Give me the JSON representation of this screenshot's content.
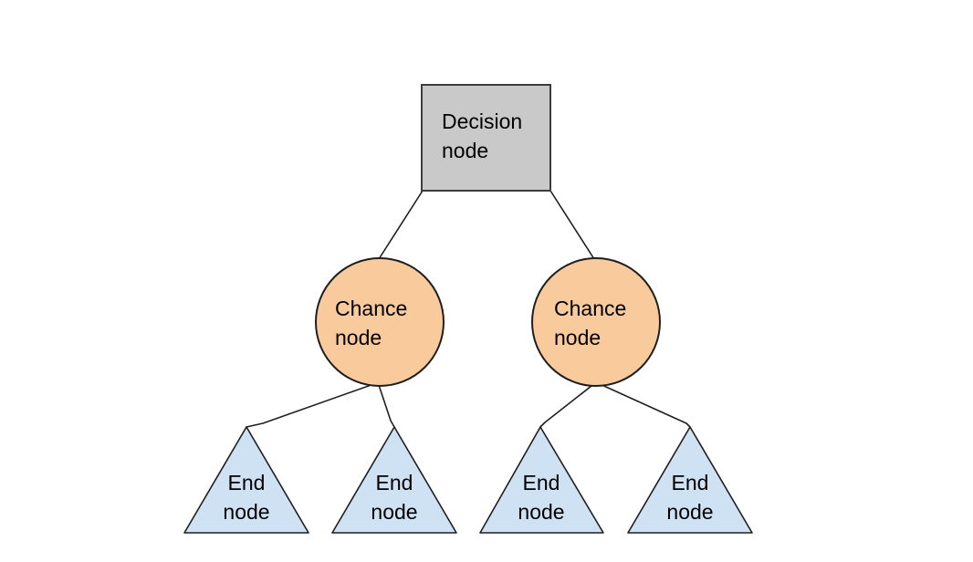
{
  "colors": {
    "background": "#ffffff",
    "decision_fill": "#c9c9c9",
    "decision_border": "#3d3d3d",
    "chance_fill": "#f9cb9c",
    "chance_border": "#1f1f1f",
    "end_fill": "#cfe2f3",
    "end_border": "#1f1f1f",
    "connector": "#1f1f1f",
    "label_text": "#000000"
  },
  "tree": {
    "decision_node": {
      "line1": "Decision",
      "line2": "node"
    },
    "chance_nodes": [
      {
        "line1": "Chance",
        "line2": "node"
      },
      {
        "line1": "Chance",
        "line2": "node"
      }
    ],
    "end_nodes": [
      {
        "line1": "End",
        "line2": "node"
      },
      {
        "line1": "End",
        "line2": "node"
      },
      {
        "line1": "End",
        "line2": "node"
      },
      {
        "line1": "End",
        "line2": "node"
      }
    ]
  }
}
